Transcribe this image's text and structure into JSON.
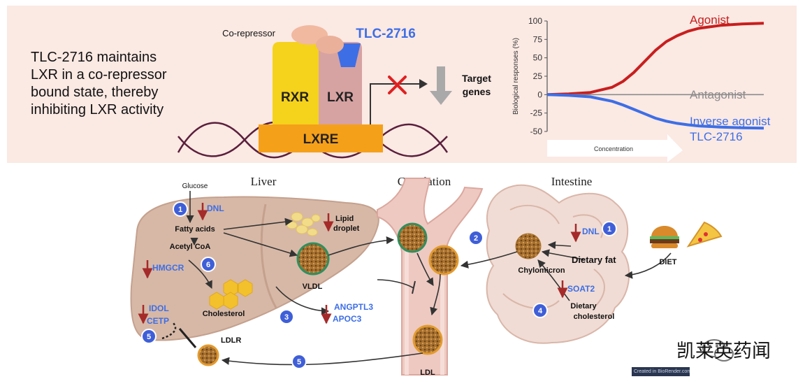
{
  "mechanism": {
    "summary_lines": [
      "TLC-2716 maintains",
      "LXR in a co-repressor",
      "bound state, thereby",
      "inhibiting LXR activity"
    ],
    "corepressor_label": "Co-repressor",
    "drug_label": "TLC-2716",
    "rxr_label": "RXR",
    "lxr_label": "LXR",
    "lxre_label": "LXRE",
    "target_genes_lines": [
      "Target",
      "genes"
    ],
    "colors": {
      "rxr": "#f5d21c",
      "lxr": "#d7a2a2",
      "lxre": "#f5a019",
      "drug": "#3d6ee6",
      "block": "#e02020"
    }
  },
  "chart_data": {
    "type": "line",
    "ylabel": "Biological responses (%)",
    "xlabel": "Concentration",
    "ylim": [
      -50,
      100
    ],
    "yticks": [
      100,
      75,
      50,
      25,
      0,
      -25,
      -50
    ],
    "grid": false,
    "x": [
      0,
      0.1,
      0.2,
      0.3,
      0.35,
      0.4,
      0.45,
      0.5,
      0.55,
      0.6,
      0.65,
      0.7,
      0.8,
      0.9,
      1.0
    ],
    "series": [
      {
        "name": "Agonist",
        "color": "#c81e1e",
        "values": [
          0,
          1,
          3,
          10,
          18,
          30,
          45,
          60,
          72,
          80,
          86,
          90,
          94,
          96,
          97
        ]
      },
      {
        "name": "Antagonist",
        "color": "#8c8c8c",
        "values": [
          0,
          0,
          0,
          0,
          0,
          0,
          0,
          0,
          0,
          0,
          0,
          0,
          0,
          0,
          0
        ]
      },
      {
        "name": "Inverse agonist TLC-2716",
        "color": "#3d6ee6",
        "values": [
          0,
          -1,
          -3,
          -9,
          -14,
          -20,
          -26,
          -32,
          -36,
          -39,
          -41,
          -42.5,
          -44,
          -45,
          -45.5
        ]
      }
    ],
    "legend_placement": "right, beside curves"
  },
  "pathway": {
    "organs": {
      "liver": "Liver",
      "circulation": "Circulation",
      "intestine": "Intestine"
    },
    "labels": {
      "glucose": "Glucose",
      "dnl": "DNL",
      "fatty_acids": "Fatty acids",
      "lipid_droplet_lines": [
        "Lipid",
        "droplet"
      ],
      "acetyl_coa": "Acetyl CoA",
      "hmgcr": "HMGCR",
      "vldl": "VLDL",
      "cholesterol": "Cholesterol",
      "idol": "IDOL",
      "cetp": "CETP",
      "angptl3": "ANGPTL3",
      "apoc3": "APOC3",
      "ldlr": "LDLR",
      "ldl": "LDL",
      "chylomicron": "Chylomicron",
      "dietary_fat": "Dietary fat",
      "soat2": "SOAT2",
      "dietary_cholesterol_lines": [
        "Dietary",
        "cholesterol"
      ],
      "diet": "DIET"
    },
    "steps": [
      "1",
      "2",
      "3",
      "4",
      "5",
      "6"
    ],
    "colors": {
      "badge": "#3f5fd8",
      "gene": "#3d6ee6",
      "down_arrow": "#a52a2a",
      "liver": "#d7b8a6",
      "vessel": "#eec9c2"
    }
  },
  "watermark": {
    "text": "凯莱英药闻",
    "credit": "Created in BioRender.com bio"
  }
}
